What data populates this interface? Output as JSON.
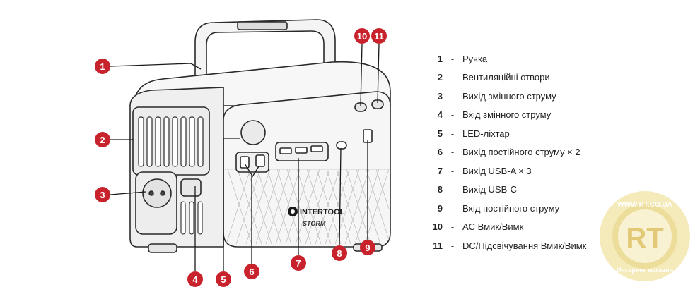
{
  "brand": {
    "name": "INTERTOOL",
    "model": "STORM"
  },
  "watermark": {
    "url": "WWW.RT.CO.UA",
    "monogram": "RT",
    "caption": "Интернет магазин"
  },
  "callouts": [
    {
      "n": "1",
      "label": "Ручка"
    },
    {
      "n": "2",
      "label": "Вентиляційні отвори"
    },
    {
      "n": "3",
      "label": "Вихід змінного струму"
    },
    {
      "n": "4",
      "label": "Вхід змінного струму"
    },
    {
      "n": "5",
      "label": "LED-ліхтар"
    },
    {
      "n": "6",
      "label": "Вихід постійного струму × 2"
    },
    {
      "n": "7",
      "label": "Вихід USB-A × 3"
    },
    {
      "n": "8",
      "label": "Вихід USB-C"
    },
    {
      "n": "9",
      "label": "Вхід постійного струму"
    },
    {
      "n": "10",
      "label": "AC Вмик/Вимк"
    },
    {
      "n": "11",
      "label": "DC/Підсвічування Вмик/Вимк"
    }
  ],
  "colors": {
    "accent": "#c8232c",
    "line": "#1a1a1a",
    "body": "#f3f3f3",
    "stroke": "#2a2a2a",
    "watermark": "#e8d27a"
  },
  "legend_separator": "-"
}
